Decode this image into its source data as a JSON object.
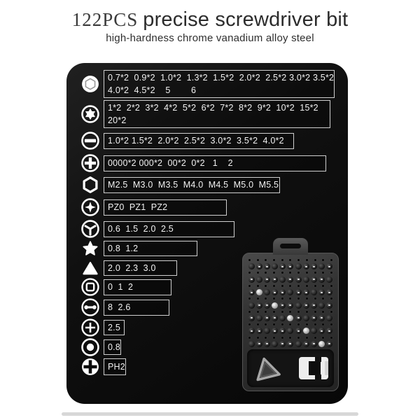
{
  "header": {
    "count_label": "122PCS",
    "title": "precise screwdriver bit",
    "subtitle": "high-hardness chrome vanadium alloy steel"
  },
  "panel": {
    "rows": [
      {
        "icon": "hex-socket-icon",
        "lines": [
          "0.7*2  0.9*2  1.0*2  1.3*2  1.5*2  2.0*2  2.5*2 3.0*2 3.5*2",
          "4.0*2  4.5*2    5        6"
        ]
      },
      {
        "icon": "torx-icon",
        "lines": [
          "1*2  2*2  3*2  4*2  5*2  6*2  7*2  8*2  9*2  10*2  15*2",
          "20*2"
        ]
      },
      {
        "icon": "slotted-icon",
        "lines": [
          "1.0*2 1.5*2  2.0*2  2.5*2  3.0*2  3.5*2  4.0*2"
        ]
      },
      {
        "icon": "phillips-icon",
        "lines": [
          "0000*2 000*2  00*2  0*2   1    2"
        ]
      },
      {
        "icon": "hex-outline-icon",
        "lines": [
          "M2.5  M3.0  M3.5  M4.0  M4.5  M5.0  M5.5"
        ]
      },
      {
        "icon": "pozidriv-icon",
        "lines": [
          "PZ0  PZ1  PZ2"
        ]
      },
      {
        "icon": "triwing-icon",
        "lines": [
          "0.6  1.5  2.0  2.5"
        ]
      },
      {
        "icon": "star-icon",
        "lines": [
          "0.8  1.2"
        ]
      },
      {
        "icon": "triangle-icon",
        "lines": [
          "2.0  2.3  3.0"
        ]
      },
      {
        "icon": "square-socket-icon",
        "lines": [
          "0  1  2"
        ]
      },
      {
        "icon": "spanner-icon",
        "lines": [
          "8  2.6"
        ]
      },
      {
        "icon": "cross-icon",
        "lines": [
          "2.5"
        ]
      },
      {
        "icon": "dot-icon",
        "lines": [
          "0.8"
        ]
      },
      {
        "icon": "ph2-icon",
        "lines": [
          "PH2"
        ]
      }
    ]
  },
  "colors": {
    "panel_bg": "#0f0f0f",
    "box_border": "#cfcfcf",
    "row_text": "#f2f2f2",
    "title_color": "#2c2c2c",
    "case_body": "#3c3c3c",
    "shadow_bar": "#d7d7d7"
  }
}
